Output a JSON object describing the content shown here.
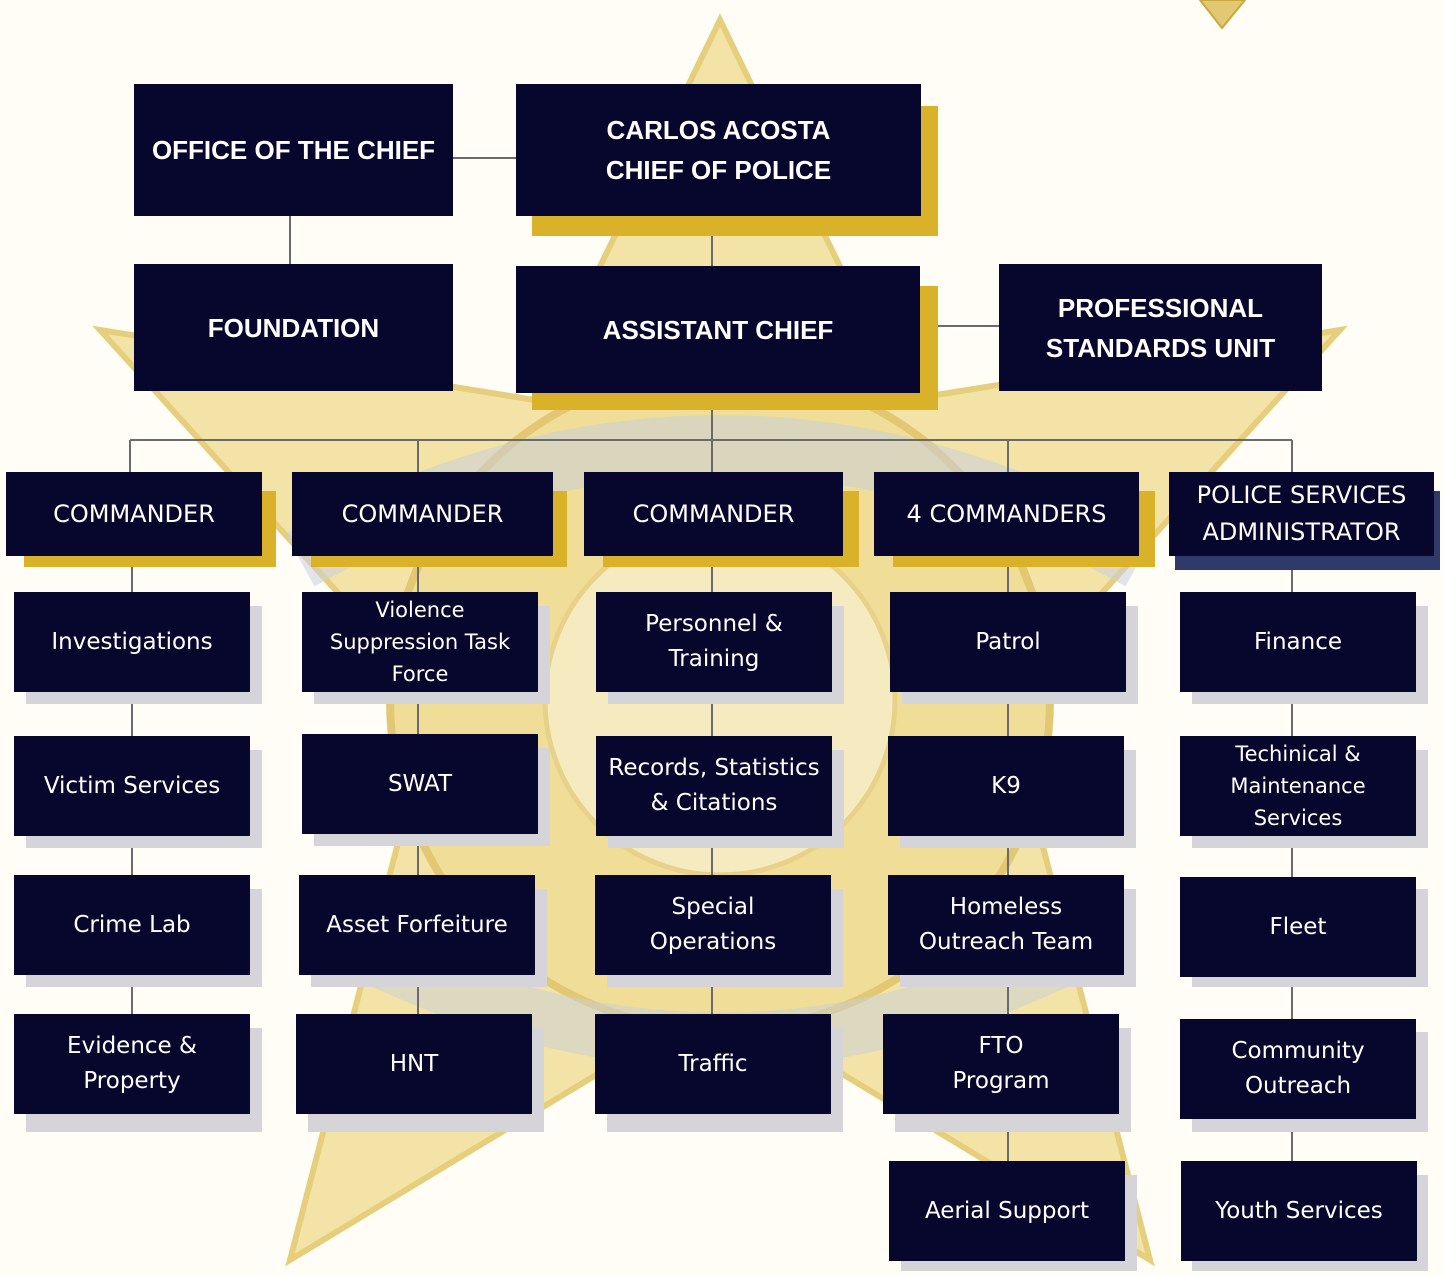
{
  "colors": {
    "box": "#07072e",
    "gold_accent": "#d9b22a",
    "connector": "#6b6b6b",
    "badge": "#efd98a"
  },
  "watermark": {
    "kind": "police badge",
    "icon": "badge-star-icon"
  },
  "nodes": {
    "office_of_the_chief": "OFFICE OF THE CHIEF",
    "chief": "CARLOS ACOSTA\nCHIEF OF POLICE",
    "foundation": "FOUNDATION",
    "assistant_chief": "ASSISTANT CHIEF",
    "professional_standards": "PROFESSIONAL\nSTANDARDS UNIT",
    "commander_1": "COMMANDER",
    "commander_2": "COMMANDER",
    "commander_3": "COMMANDER",
    "commanders_4": "4 COMMANDERS",
    "police_services_admin": "POLICE SERVICES\nADMINISTRATOR",
    "investigations": "Investigations",
    "victim_services": "Victim Services",
    "crime_lab": "Crime Lab",
    "evidence_property": "Evidence &\nProperty",
    "violence_suppression": "Violence\nSuppression Task\nForce",
    "swat": "SWAT",
    "asset_forfeiture": "Asset Forfeiture",
    "hnt": "HNT",
    "personnel_training": "Personnel &\nTraining",
    "records": "Records, Statistics\n& Citations",
    "special_operations": "Special\nOperations",
    "traffic": "Traffic",
    "patrol": "Patrol",
    "k9": "K9",
    "homeless_outreach": "Homeless\nOutreach Team",
    "fto_program": "FTO\nProgram",
    "aerial_support": "Aerial Support",
    "finance": "Finance",
    "technical_maintenance": "Techinical &\nMaintenance\nServices",
    "fleet": "Fleet",
    "community_outreach": "Community\nOutreach",
    "youth_services": "Youth Services"
  }
}
